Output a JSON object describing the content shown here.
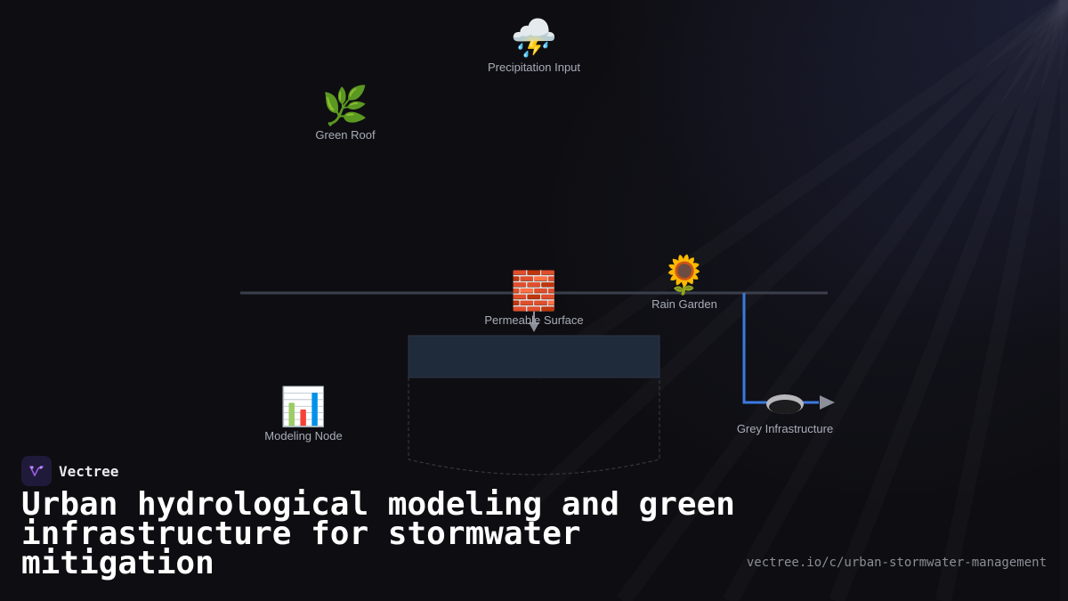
{
  "diagram": {
    "nodes": [
      {
        "id": "precipitation",
        "icon": "thunder-cloud-rain",
        "emoji": "⛈️",
        "label": "Precipitation Input"
      },
      {
        "id": "green-roof",
        "icon": "herb-leaf",
        "emoji": "🌿",
        "label": "Green Roof"
      },
      {
        "id": "permeable",
        "icon": "brick",
        "emoji": "🧱",
        "label": "Permeable Surface"
      },
      {
        "id": "rain-garden",
        "icon": "sunflower",
        "emoji": "🌻",
        "label": "Rain Garden"
      },
      {
        "id": "modeling",
        "icon": "bar-chart",
        "emoji": "📊",
        "label": "Modeling Node"
      },
      {
        "id": "grey",
        "icon": "drain-pipe",
        "emoji": "",
        "label": "Grey Infrastructure"
      }
    ],
    "colors": {
      "ground_line": "#3a3f4b",
      "flow_line": "#3b7ae0",
      "arrow": "#8a8f99",
      "tank_fill": "#1f2a3b"
    }
  },
  "brand": {
    "name": "Vectree",
    "logo_color": "#9b5de5"
  },
  "title": "Urban hydrological modeling and green infrastructure for stormwater mitigation",
  "url": "vectree.io/c/urban-stormwater-management"
}
